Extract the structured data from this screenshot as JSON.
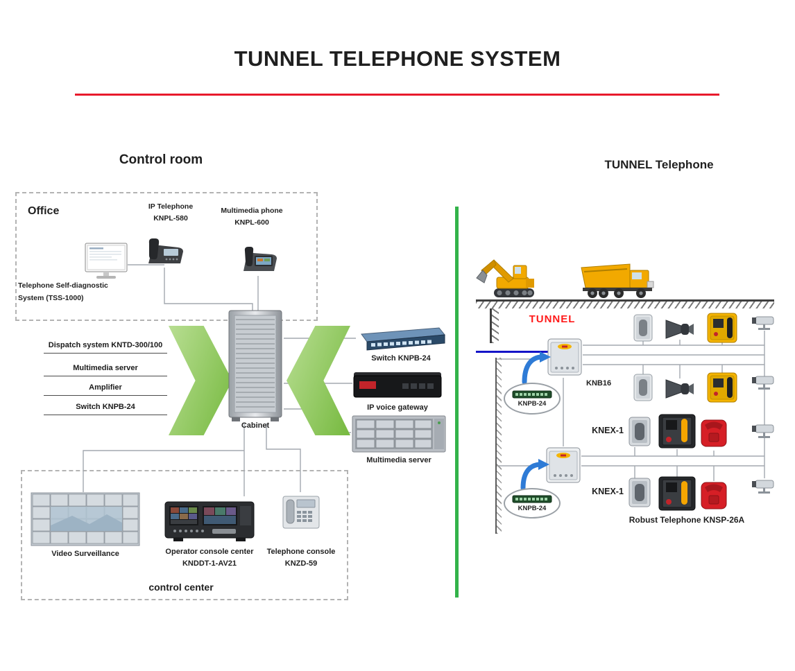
{
  "title": "TUNNEL TELEPHONE SYSTEM",
  "colors": {
    "title_rule": "#e8192c",
    "divider_green": "#33b34a",
    "chevron_green": "#8dc63f",
    "tunnel_text_red": "#ff1a1a",
    "cable_blue": "#1414c8",
    "arrow_blue": "#2e7bd6",
    "machine_yellow": "#f2a900"
  },
  "control_room": {
    "heading": "Control room",
    "office_label": "Office",
    "tss_line1": "Telephone Self-diagnostic",
    "tss_line2": "System (TSS-1000)",
    "ip_phone_line1": "IP Telephone",
    "ip_phone_line2": "KNPL-580",
    "mm_phone_line1": "Multimedia phone",
    "mm_phone_line2": "KNPL-600",
    "stack": [
      "Dispatch system KNTD-300/100",
      "Multimedia server",
      "Amplifier",
      "Switch KNPB-24"
    ],
    "cabinet_label": "Cabinet",
    "switch_label": "Switch KNPB-24",
    "gateway_label": "IP voice gateway",
    "server_label": "Multimedia server",
    "video_label": "Video Surveillance",
    "operator_line1": "Operator console center",
    "operator_line2": "KNDDT-1-AV21",
    "telconsole_line1": "Telephone console",
    "telconsole_line2": "KNZD-59",
    "center_label": "control center"
  },
  "tunnel": {
    "heading": "TUNNEL Telephone",
    "tunnel_label": "TUNNEL",
    "junction_label": "KNB16",
    "switch1_label": "KNPB-24",
    "switch2_label": "KNPB-24",
    "knex1_label": "KNEX-1",
    "knex2_label": "KNEX-1",
    "robust_label": "Robust Telephone KNSP-26A"
  }
}
